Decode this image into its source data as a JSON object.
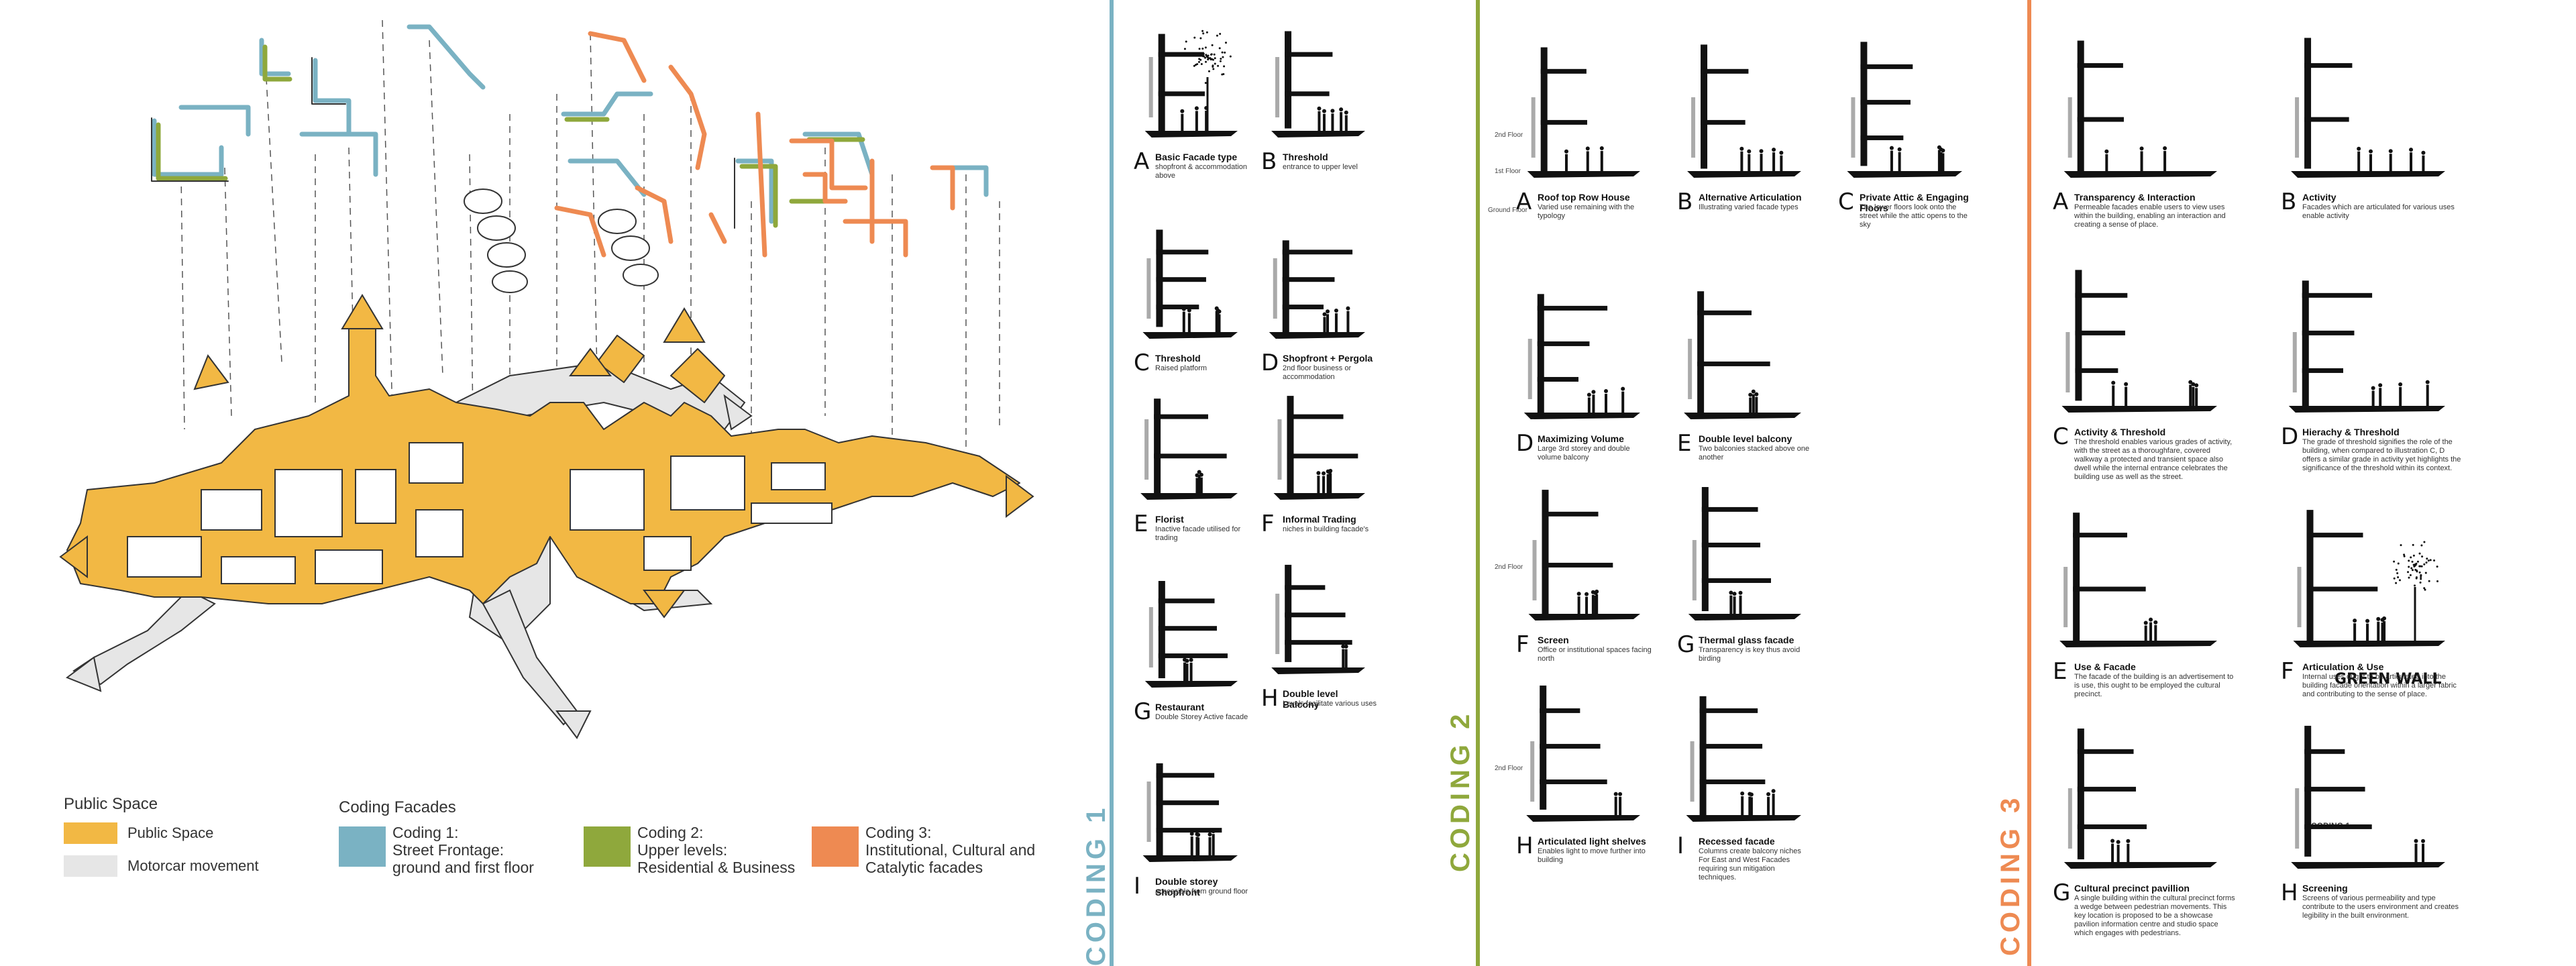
{
  "legend": {
    "public_space_title": "Public Space",
    "public_space": "Public Space",
    "motorcar": "Motorcar movement",
    "coding_facades_title": "Coding Facades",
    "coding1": [
      "Coding 1:",
      "Street Frontage:",
      "ground and first floor"
    ],
    "coding2": [
      "Coding 2:",
      "Upper levels:",
      "Residential & Business"
    ],
    "coding3": [
      "Coding 3:",
      "Institutional, Cultural and",
      "Catalytic facades"
    ]
  },
  "colors": {
    "public_space": "#f2b844",
    "motorcar": "#e6e6e6",
    "coding1": "#7ab2c3",
    "coding2": "#8fa83c",
    "coding3": "#ee8a52"
  },
  "coding1": {
    "title": "CODING 1",
    "items": [
      {
        "letter": "A",
        "title": "Basic Facade type",
        "desc": "shopfront & accommodation above"
      },
      {
        "letter": "B",
        "title": "Threshold",
        "desc": "entrance to upper level"
      },
      {
        "letter": "C",
        "title": "Threshold",
        "desc": "Raised platform"
      },
      {
        "letter": "D",
        "title": "Shopfront + Pergola",
        "desc": "2nd floor business or accommodation"
      },
      {
        "letter": "E",
        "title": "Florist",
        "desc": "Inactive facade utilised for trading"
      },
      {
        "letter": "F",
        "title": "Informal Trading",
        "desc": "niches in building facade's"
      },
      {
        "letter": "G",
        "title": "Restaurant",
        "desc": "Double Storey Active facade"
      },
      {
        "letter": "H",
        "title": "Double level Balcony",
        "desc": "Levels facilitate various uses"
      },
      {
        "letter": "I",
        "title": "Double storey Shopfront",
        "desc": "accessible from ground floor"
      }
    ]
  },
  "coding2": {
    "title": "CODING 2",
    "floor_labels": {
      "second": "2nd Floor",
      "first": "1st Floor",
      "ground": "Ground Floor"
    },
    "items": [
      {
        "letter": "A",
        "title": "Roof top Row House",
        "desc": "Varied use remaining with the typology"
      },
      {
        "letter": "B",
        "title": "Alternative Articulation",
        "desc": "Illustrating varied facade types"
      },
      {
        "letter": "C",
        "title": "Private Attic & Engaging Floors",
        "desc": "The lower floors look onto the street while the attic opens to the sky"
      },
      {
        "letter": "D",
        "title": "Maximizing Volume",
        "desc": "Large 3rd storey and double volume balcony"
      },
      {
        "letter": "E",
        "title": "Double level balcony",
        "desc": "Two balconies stacked above one another"
      },
      {
        "letter": "F",
        "title": "Screen",
        "desc": "Office or institutional spaces facing north"
      },
      {
        "letter": "G",
        "title": "Thermal glass facade",
        "desc": "Transparency is key thus avoid birding"
      },
      {
        "letter": "H",
        "title": "Articulated light shelves",
        "desc": "Enables light to move further into building"
      },
      {
        "letter": "I",
        "title": "Recessed facade",
        "desc": "Columns create balcony niches For East and West Facades requiring sun mitigation techniques."
      }
    ]
  },
  "coding3": {
    "title": "CODING 3",
    "green_wall": "GREEN WALL",
    "coding_tag": "CODING 1",
    "items": [
      {
        "letter": "A",
        "title": "Transparency & Interaction",
        "desc": "Permeable facades enable users to view uses within the building, enabling an interaction and creating a sense of place."
      },
      {
        "letter": "B",
        "title": "Activity",
        "desc": "Facades which are articulated for various uses enable activity"
      },
      {
        "letter": "C",
        "title": "Activity & Threshold",
        "desc": "The threshold enables various grades of activity, with the street as a thoroughfare, covered walkway a protected and transient space also dwell while the internal entrance celebrates the building use as well as the street."
      },
      {
        "letter": "D",
        "title": "Hierachy & Threshold",
        "desc": "The grade of threshold signifies the role of the building, when compared to illustration C, D offers a similar grade in activity yet highlights the significance of the threshold within its context."
      },
      {
        "letter": "E",
        "title": "Use & Facade",
        "desc": "The facade of the building is an advertisement to is use, this ought to be employed the cultural precinct."
      },
      {
        "letter": "F",
        "title": "Articulation & Use",
        "desc": "Internal uses ought to be articulated into the building facade orientation within a larger fabric and contributing to the sense of place."
      },
      {
        "letter": "G",
        "title": "Cultural precinct pavillion",
        "desc": "A single building within the cultural precinct forms a wedge between pedestrian movements. This key location is proposed to be a showcase pavilion information centre and studio space which engages with pedestrians."
      },
      {
        "letter": "H",
        "title": "Screening",
        "desc": "Screens of various permeability and type contribute to the users environment and creates legibility in the built environment."
      }
    ]
  }
}
